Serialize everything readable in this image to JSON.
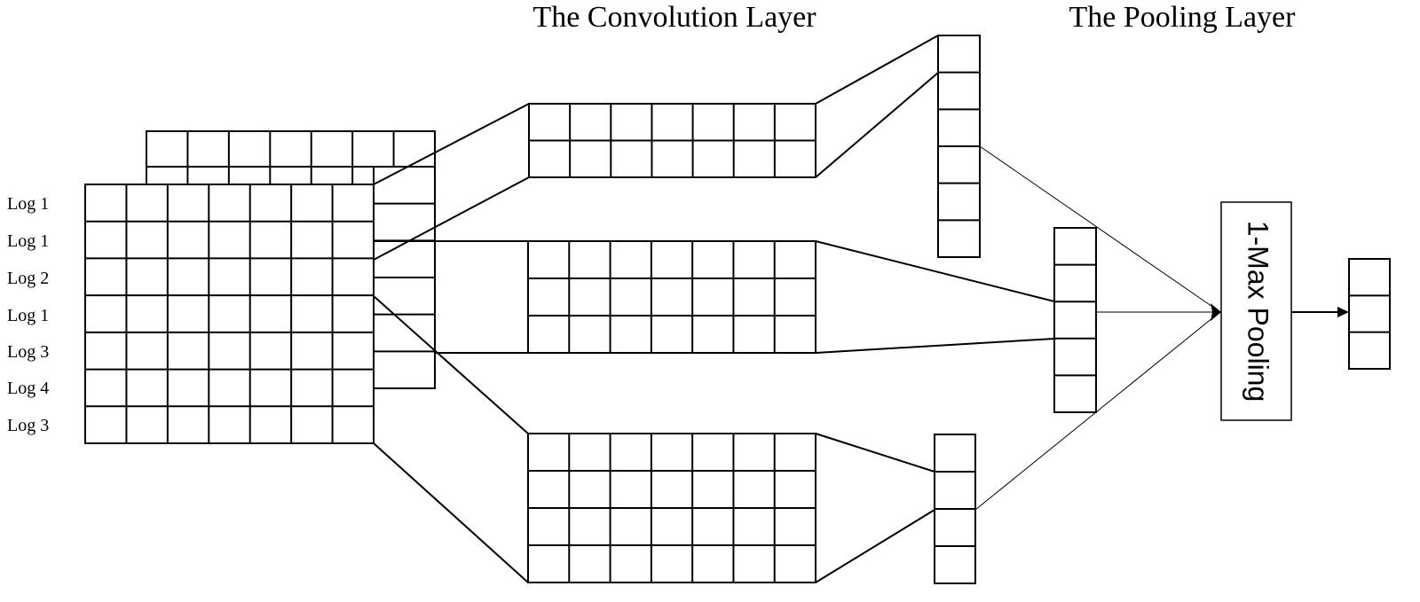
{
  "headings": {
    "convolution": "The Convolution Layer",
    "pooling": "The Pooling Layer"
  },
  "input_rows": [
    "Log 1",
    "Log 1",
    "Log 2",
    "Log 1",
    "Log 3",
    "Log 4",
    "Log 3"
  ],
  "pooling_box_label": "1-Max Pooling",
  "colors": {
    "stroke": "#000000",
    "background": "#ffffff"
  }
}
